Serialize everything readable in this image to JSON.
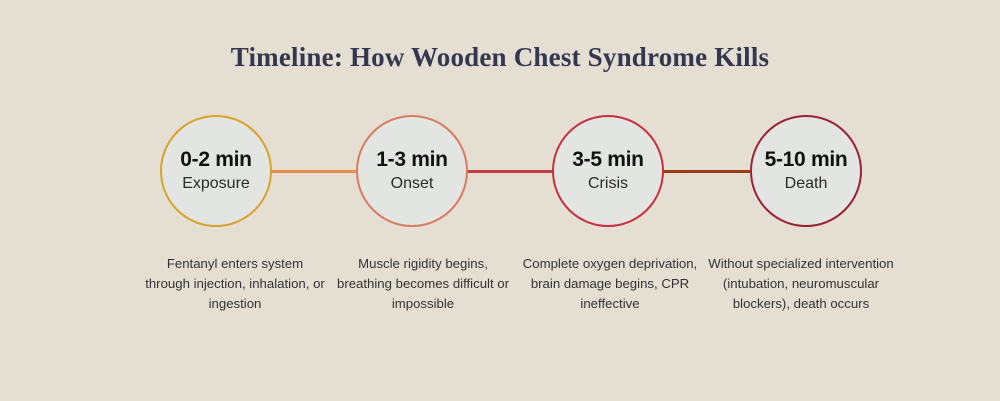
{
  "background_color": "#e4ded3",
  "title": "Timeline: How Wooden Chest Syndrome Kills",
  "title_color": "#33384f",
  "circle_fill": "#e2e5e1",
  "stages": [
    {
      "time": "0-2 min",
      "label": "Exposure",
      "caption": "Fentanyl enters system through injection, inhalation, or ingestion",
      "accent_color": "#d9a22a"
    },
    {
      "time": "1-3 min",
      "label": "Onset",
      "caption": "Muscle rigidity begins, breathing becomes difficult or impossible",
      "accent_color": "#d97b5e"
    },
    {
      "time": "3-5 min",
      "label": "Crisis",
      "caption": "Complete oxygen deprivation, brain damage begins, CPR ineffective",
      "accent_color": "#c8303e"
    },
    {
      "time": "5-10 min",
      "label": "Death",
      "caption": "Without specialized intervention (intubation, neuromuscular blockers), death occurs",
      "accent_color": "#9b2232"
    }
  ],
  "connectors": [
    {
      "color": "#ea8e50"
    },
    {
      "color": "#c33a3f"
    },
    {
      "color": "#9e3a14"
    }
  ]
}
